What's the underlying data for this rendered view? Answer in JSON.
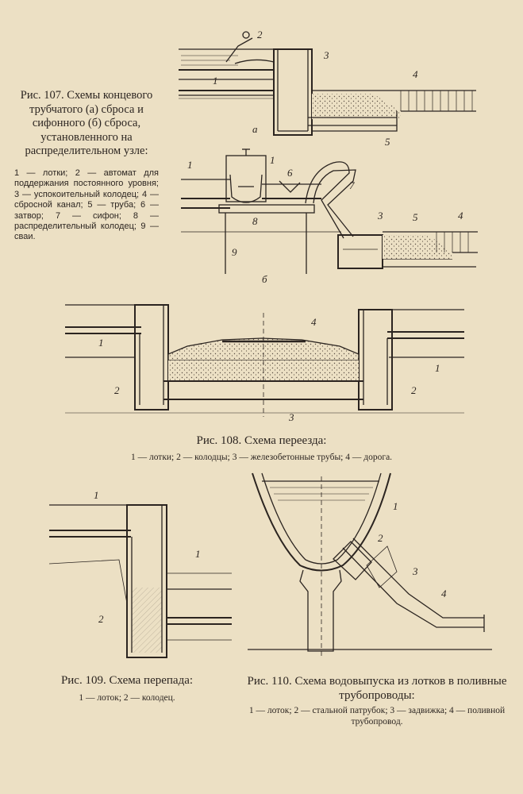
{
  "fig107": {
    "caption": "Рис. 107. Схемы концевого трубчатого (а) сброса и сифонного (б) сброса, установленного на распределительном узле:",
    "legend": "1 — лотки; 2 — автомат для поддержания постоянного уровня; 3 — успокоительный колодец; 4 — сбросной канал; 5 — труба; 6 — затвор; 7 — сифон; 8 — распределительный колодец; 9 — сваи.",
    "sub_a": "а",
    "sub_b": "б",
    "labels_a": [
      "2",
      "3",
      "1",
      "4",
      "5"
    ],
    "labels_b": [
      "1",
      "1",
      "6",
      "7",
      "3",
      "5",
      "4",
      "8",
      "9"
    ]
  },
  "fig108": {
    "caption": "Рис. 108. Схема переезда:",
    "legend": "1 — лотки; 2 — колодцы; 3 — железобетонные трубы; 4 — дорога.",
    "labels": [
      "4",
      "1",
      "1",
      "2",
      "2",
      "3"
    ]
  },
  "fig109": {
    "caption": "Рис. 109. Схема перепада:",
    "legend": "1 — лоток; 2 — колодец.",
    "labels": [
      "1",
      "1",
      "2"
    ]
  },
  "fig110": {
    "caption": "Рис. 110. Схема водовыпуска из лотков в поливные трубопроводы:",
    "legend": "1 — лоток; 2 — стальной патрубок; 3 — задвижка; 4 — поливной трубопровод.",
    "labels": [
      "1",
      "2",
      "3",
      "4"
    ]
  }
}
